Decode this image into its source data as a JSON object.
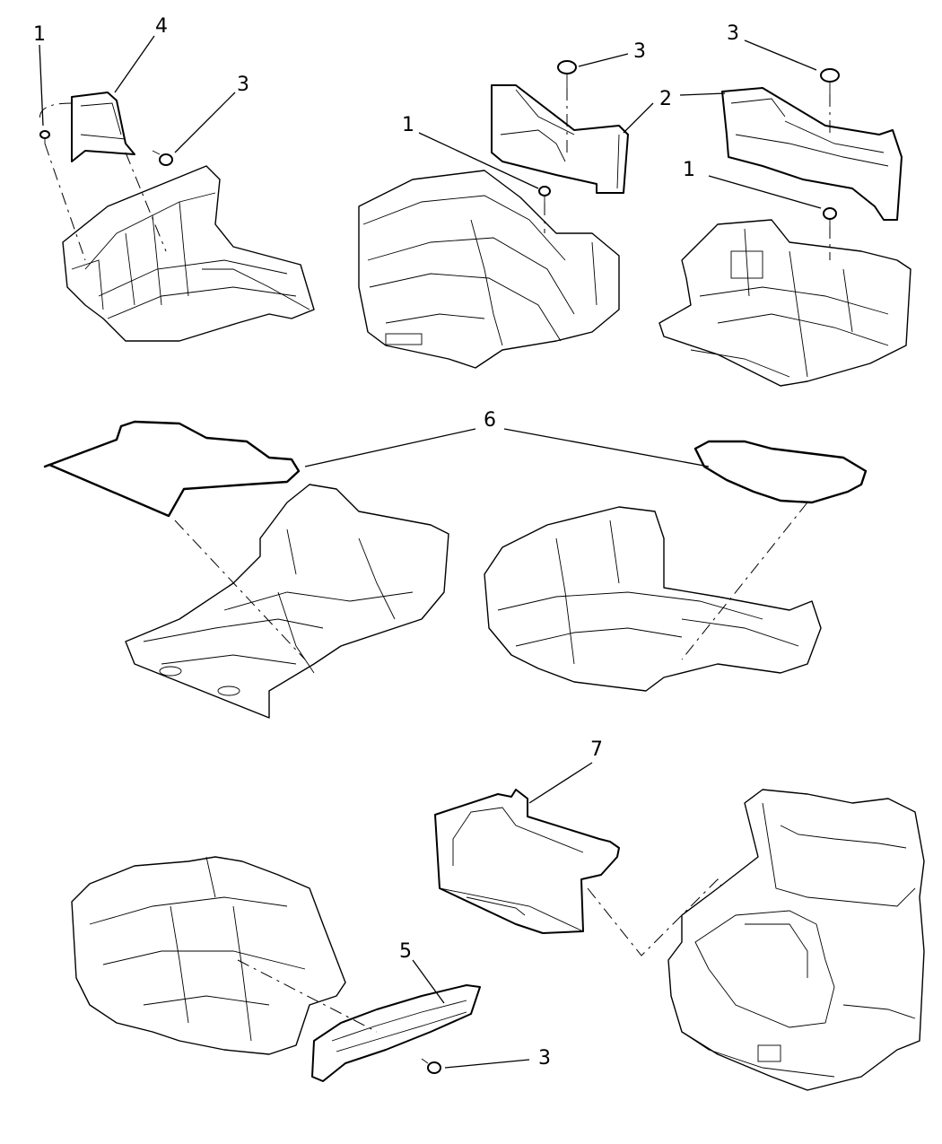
{
  "callouts": {
    "c1a": "1",
    "c4": "4",
    "c3a": "3",
    "c3b": "3",
    "c3c": "3",
    "c2": "2",
    "c1b": "1",
    "c1c": "1",
    "c6": "6",
    "c7": "7",
    "c5": "5",
    "c3d": "3"
  },
  "parts": [
    {
      "number": "1",
      "type": "push-pin fastener"
    },
    {
      "number": "2",
      "type": "trunk side trim panel"
    },
    {
      "number": "3",
      "type": "push-pin retainer"
    },
    {
      "number": "4",
      "type": "trunk side trim panel"
    },
    {
      "number": "5",
      "type": "trunk sill trim panel"
    },
    {
      "number": "6",
      "type": "trunk floor carpet"
    },
    {
      "number": "7",
      "type": "trunk liner"
    }
  ]
}
